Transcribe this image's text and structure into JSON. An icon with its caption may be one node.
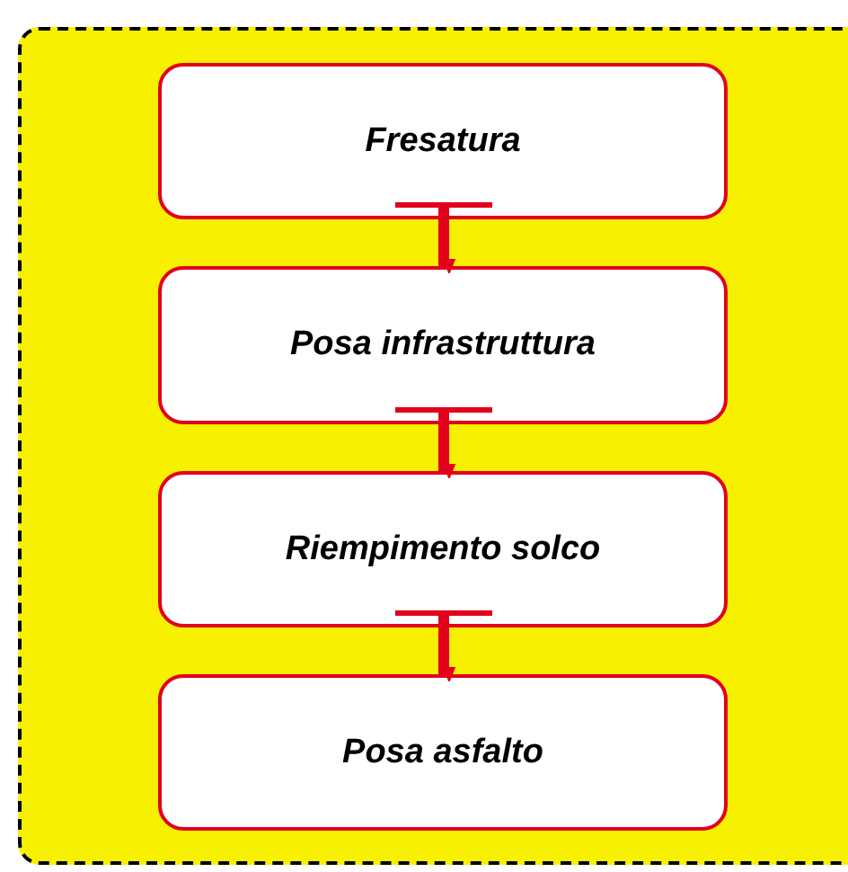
{
  "diagram": {
    "nodes": [
      {
        "text": [
          "Fresatura"
        ]
      },
      {
        "text": [
          "Posa infrastruttura"
        ]
      },
      {
        "text": [
          "Riempimento solco"
        ]
      },
      {
        "text": [
          "Posa asfalto"
        ]
      }
    ],
    "edges": [
      {
        "from": 0,
        "to": 1,
        "arrow": "to"
      },
      {
        "from": 1,
        "to": 2,
        "arrow": "to"
      },
      {
        "from": 2,
        "to": 3,
        "arrow": "to"
      }
    ]
  }
}
